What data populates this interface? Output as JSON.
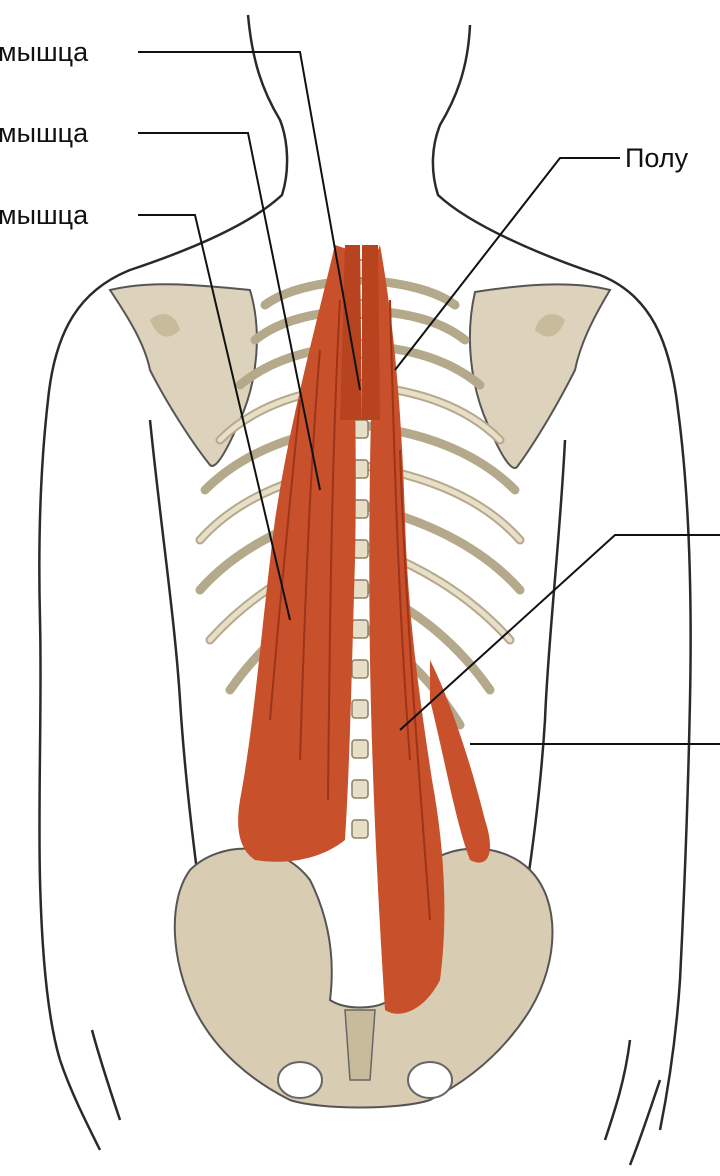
{
  "labels": {
    "left_1": "мышца",
    "left_2": "мышца",
    "left_3": "мышца",
    "right_1": "Полу"
  },
  "colors": {
    "muscle": "#c8502a",
    "muscle_dark": "#9e3418",
    "bone": "#ddd3bc",
    "bone_shadow": "#b5a98c",
    "outline": "#222222",
    "skin": "#ffffff"
  }
}
